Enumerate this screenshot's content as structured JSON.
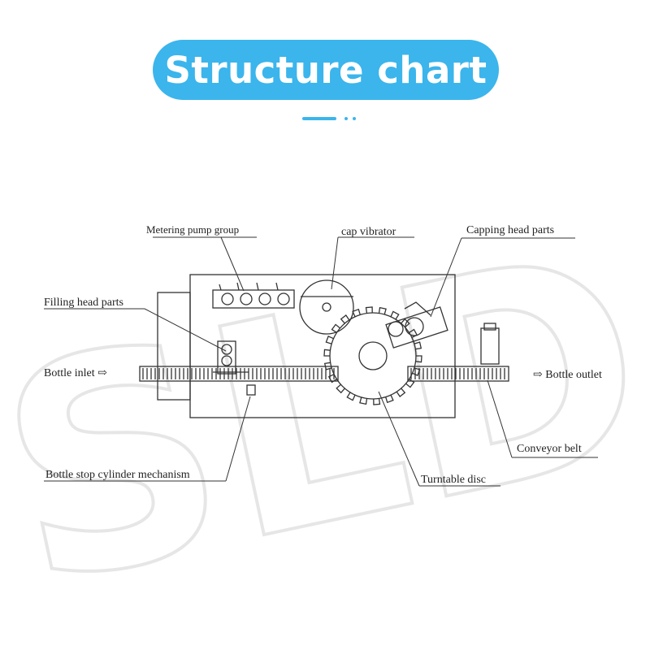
{
  "header": {
    "title": "Structure chart"
  },
  "diagram": {
    "labels": {
      "metering_pump_group": "Metering pump group",
      "cap_vibrator": "cap vibrator",
      "capping_head_parts": "Capping head parts",
      "filling_head_parts": "Filling head parts",
      "bottle_inlet": "Bottle inlet ⇨",
      "bottle_outlet": "⇨ Bottle outlet",
      "conveyor_belt": "Conveyor belt",
      "bottle_stop_cylinder": "Bottle stop cylinder mechanism",
      "turntable_disc": "Turntable disc"
    },
    "watermark_text": "SLD"
  },
  "colors": {
    "accent": "#3bb5ec",
    "line": "#333333"
  }
}
